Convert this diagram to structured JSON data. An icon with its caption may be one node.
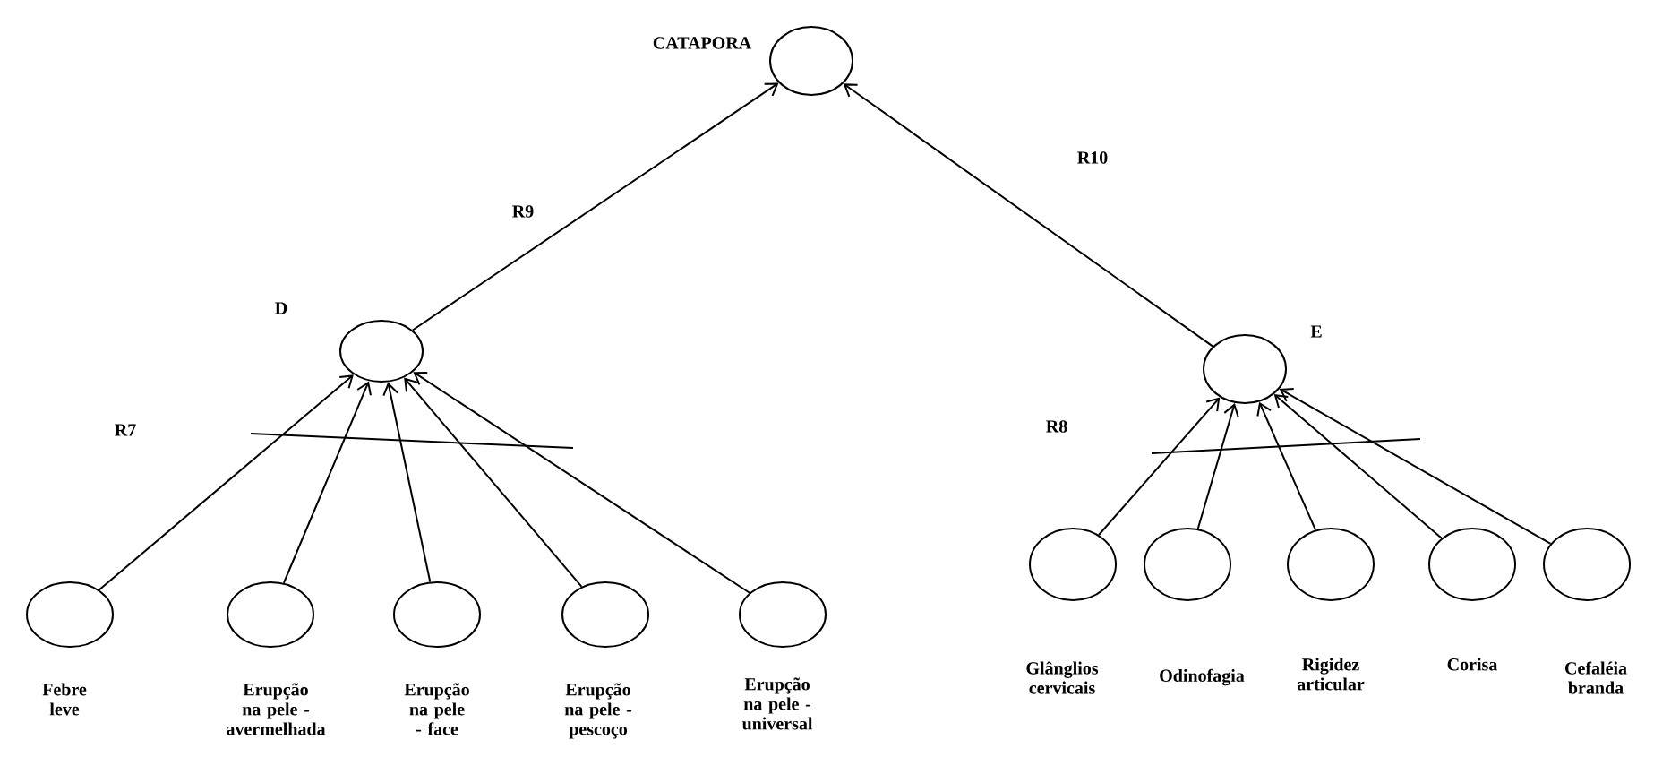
{
  "diagram": {
    "nodes": [
      {
        "text": [
          "CATAPORA"
        ]
      },
      {
        "text": [
          "D"
        ]
      },
      {
        "text": [
          "E"
        ]
      },
      {
        "text": [
          "Febre leve"
        ]
      },
      {
        "text": [
          "Erupção na pele - avermelhada"
        ]
      },
      {
        "text": [
          "Erupção na pele - face"
        ]
      },
      {
        "text": [
          "Erupção na pele - pescoço"
        ]
      },
      {
        "text": [
          "Erupção na pele - universal"
        ]
      },
      {
        "text": [
          "Glânglios cervicais"
        ]
      },
      {
        "text": [
          "Odinofagia"
        ]
      },
      {
        "text": [
          "Rigidez articular"
        ]
      },
      {
        "text": [
          "Corisa"
        ]
      },
      {
        "text": [
          "Cefaléia branda"
        ]
      }
    ],
    "edges": [
      {
        "from": 1,
        "to": 0,
        "arrow": "to",
        "label": "R9"
      },
      {
        "from": 2,
        "to": 0,
        "arrow": "to",
        "label": "R10"
      },
      {
        "from": 3,
        "to": 1,
        "arrow": "to"
      },
      {
        "from": 4,
        "to": 1,
        "arrow": "to"
      },
      {
        "from": 5,
        "to": 1,
        "arrow": "to"
      },
      {
        "from": 6,
        "to": 1,
        "arrow": "to"
      },
      {
        "from": 7,
        "to": 1,
        "arrow": "to"
      },
      {
        "from": 8,
        "to": 2,
        "arrow": "to"
      },
      {
        "from": 9,
        "to": 2,
        "arrow": "to"
      },
      {
        "from": 10,
        "to": 2,
        "arrow": "to"
      },
      {
        "from": 11,
        "to": 2,
        "arrow": "to"
      },
      {
        "from": 12,
        "to": 2,
        "arrow": "to"
      }
    ],
    "labels": [
      "R7",
      "R8"
    ]
  }
}
